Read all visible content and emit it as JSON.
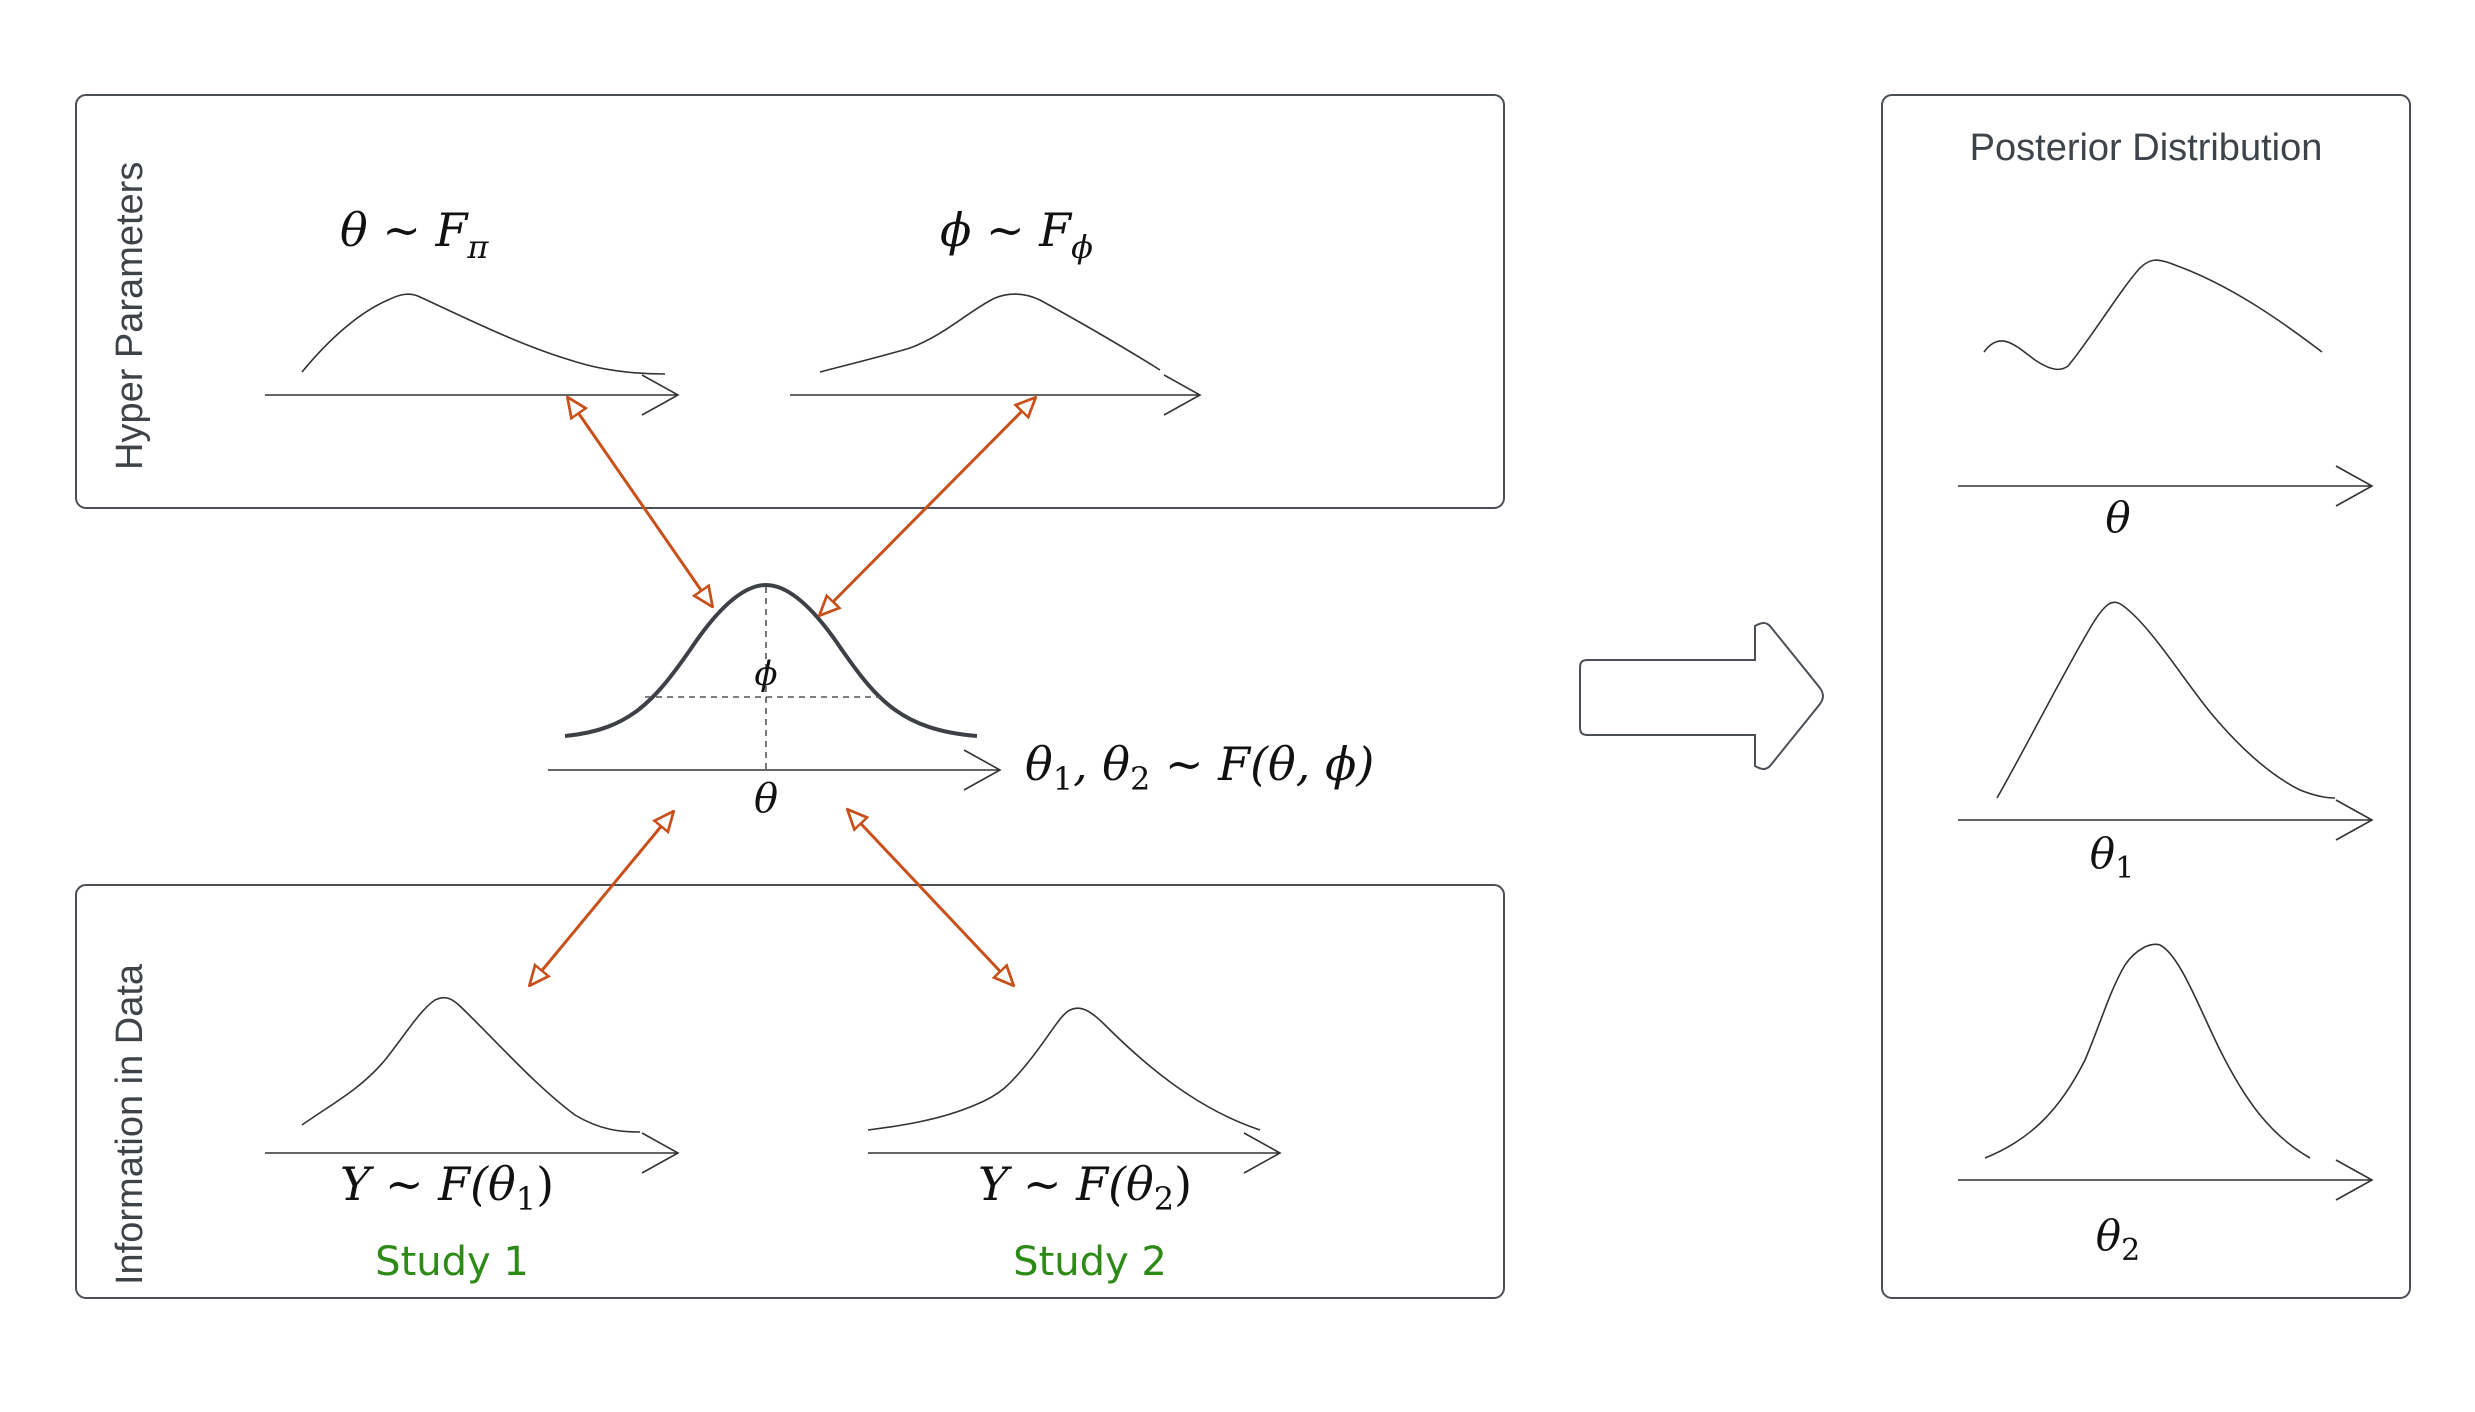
{
  "panels": {
    "hyper": {
      "title": "Hyper Parameters"
    },
    "data": {
      "title": "Information in Data"
    },
    "posterior": {
      "title": "Posterior Distribution"
    }
  },
  "labels": {
    "prior_theta": {
      "main": "θ ~ F",
      "sub": "π"
    },
    "prior_phi": {
      "main": "ϕ ~ F",
      "sub": "ϕ"
    },
    "bell_phi": "ϕ",
    "bell_theta": "θ",
    "joint": {
      "a": "θ",
      "a_sub": "1",
      "b": ", θ",
      "b_sub": "2",
      "c": " ~ F(θ, ϕ)"
    },
    "study1_eq": {
      "main": "Y ~ F(θ",
      "sub": "1",
      "close": ")"
    },
    "study2_eq": {
      "main": "Y ~ F(θ",
      "sub": "2",
      "close": ")"
    },
    "post_theta": "θ",
    "post_theta1": {
      "main": "θ",
      "sub": "1"
    },
    "post_theta2": {
      "main": "θ",
      "sub": "2"
    }
  },
  "studies": [
    "Study 1",
    "Study 2"
  ],
  "colors": {
    "link": "#c8501a",
    "study": "#2d8a17",
    "panel_border": "#4a4f55"
  }
}
